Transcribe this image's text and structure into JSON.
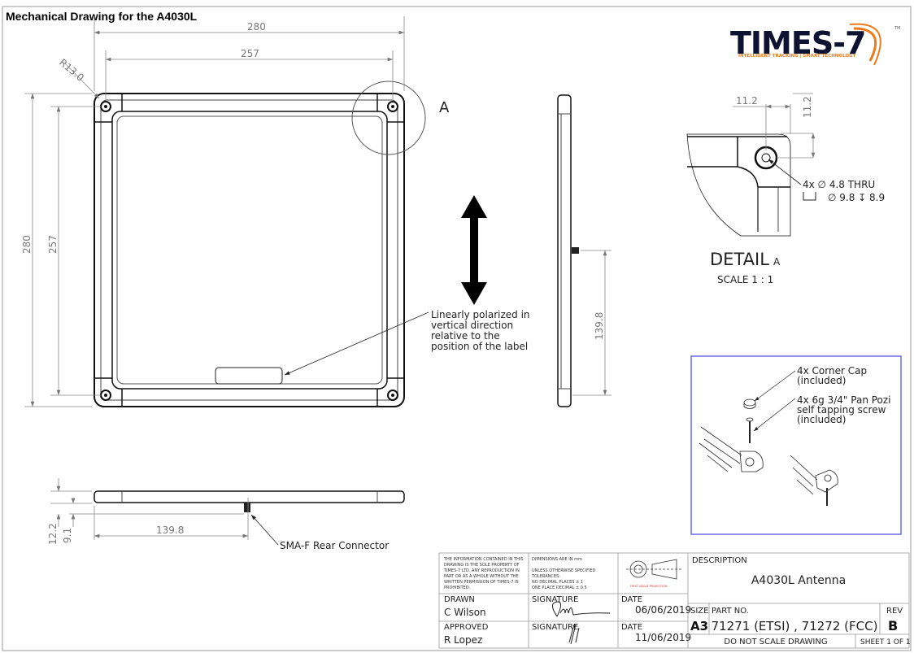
{
  "title": "Mechanical Drawing for the A4030L",
  "logo": {
    "name": "TIMES-7",
    "tagline": "INTELLIGENT TRACKING | SMART TECHNOLOGY",
    "tm": "TM",
    "colors": {
      "navy": "#0d1330",
      "orange": "#f07a1a"
    }
  },
  "front_view": {
    "dim_width_outer": "280",
    "dim_width_holes": "257",
    "dim_height_outer": "280",
    "dim_height_holes": "257",
    "radius": "R13.0",
    "detail_callout": "A",
    "note": [
      "Linearly polarized in",
      "vertical direction",
      "relative to the",
      "position of the label"
    ]
  },
  "side_view": {
    "dim_connector": "139.8"
  },
  "bottom_view": {
    "dim_total_thickness": "12.2",
    "dim_body_thickness": "9.1",
    "dim_connector": "139.8",
    "connector_label": "SMA-F Rear Connector"
  },
  "detail_a": {
    "dim_x": "11.2",
    "dim_y": "11.2",
    "hole_line1": "4x  ∅ 4.8 THRU",
    "hole_line2": "∅ 9.8 ↧ 8.9",
    "title": "DETAIL",
    "title_letter": "A",
    "scale": "SCALE 1 : 1"
  },
  "assembly": {
    "cap_label": [
      "4x Corner  Cap",
      "(included)"
    ],
    "screw_label": [
      "4x 6g 3/4\" Pan Pozi",
      "self tapping screw",
      "(included)"
    ],
    "border_color": "#6b6bf0"
  },
  "title_block": {
    "notice": [
      "THE INFORMATION CONTAINED IN THIS",
      "DRAWING IS THE SOLE PROPERTY OF",
      "TIMES-7 LTD.  ANY REPRODUCTION IN",
      "PART OR AS A WHOLE WITHOUT THE",
      "WRITTEN PERMISSION OF TIMES-7 IS",
      "PROHIBITED."
    ],
    "tolerances": [
      "DIMENSIONS ARE IN mm",
      "",
      "UNLESS OTHERWISE SPECIFIED",
      "TOLERANCES:",
      "NO DECIMAL PLACES ± 1",
      "ONE PLACE DECIMAL ± 0.5"
    ],
    "projection_label": "FIRST ANGLE PROJECTION",
    "drawn_label": "DRAWN",
    "drawn_by": "C Wilson",
    "approved_label": "APPROVED",
    "approved_by": "R Lopez",
    "signature_label": "SIGNATURE",
    "date_label": "DATE",
    "drawn_date": "06/06/2019",
    "approved_date": "11/06/2019",
    "description_label": "DESCRIPTION",
    "description": "A4030L Antenna",
    "size_label": "SIZE",
    "size": "A3",
    "part_no_label": "PART NO.",
    "part_no": "71271 (ETSI) , 71272 (FCC)",
    "rev_label": "REV",
    "rev": "B",
    "do_not_scale": "DO NOT SCALE DRAWING",
    "sheet": "SHEET 1 OF 1"
  }
}
